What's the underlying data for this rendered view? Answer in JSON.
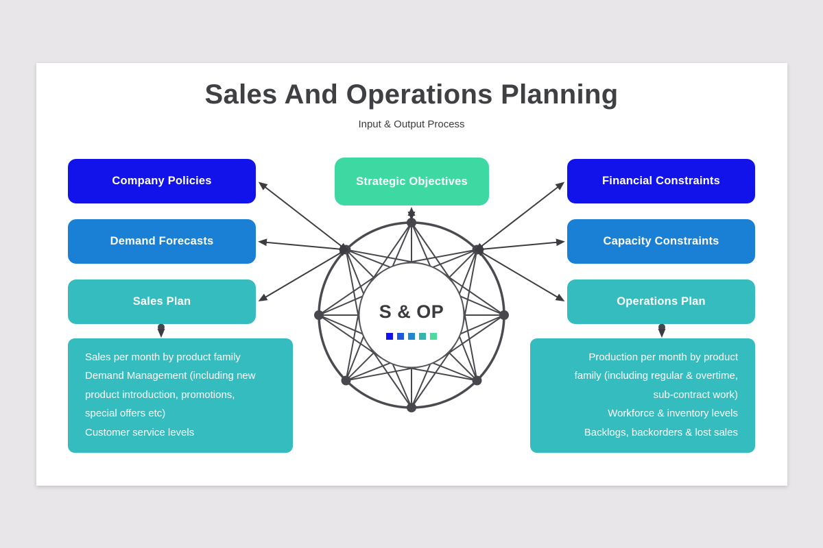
{
  "page": {
    "title": "Sales And Operations Planning",
    "subtitle": "Input & Output Process"
  },
  "colors": {
    "background": "#e8e6e8",
    "card": "#ffffff",
    "title_text": "#3f4044",
    "line": "#47474d",
    "blue_dark": "#1113ea",
    "blue": "#1a80d5",
    "teal": "#35bcbe",
    "mint": "#3ed9a2"
  },
  "diagram": {
    "center": {
      "label": "S & OP",
      "dot_colors": [
        "#1213ec",
        "#1e57e0",
        "#1f86d0",
        "#32b7b0",
        "#4cdca0"
      ]
    },
    "top_box": {
      "label": "Strategic Objectives",
      "color": "#3ed9a2"
    },
    "left_boxes": [
      {
        "label": "Company Policies",
        "color": "#1113ea"
      },
      {
        "label": "Demand Forecasts",
        "color": "#1a80d5"
      },
      {
        "label": "Sales Plan",
        "color": "#35bcbe"
      }
    ],
    "right_boxes": [
      {
        "label": "Financial Constraints",
        "color": "#1113ea"
      },
      {
        "label": "Capacity Constraints",
        "color": "#1a80d5"
      },
      {
        "label": "Operations Plan",
        "color": "#35bcbe"
      }
    ],
    "left_detail": {
      "color": "#35bcbe",
      "lines": [
        "Sales per month by product family",
        "Demand Management (including new",
        "product introduction, promotions,",
        "special offers etc)",
        "Customer service levels"
      ]
    },
    "right_detail": {
      "color": "#35bcbe",
      "lines": [
        "Production per month by product",
        "family (including regular & overtime,",
        "sub-contract work)",
        "Workforce & inventory levels",
        "Backlogs, backorders & lost sales"
      ]
    }
  }
}
